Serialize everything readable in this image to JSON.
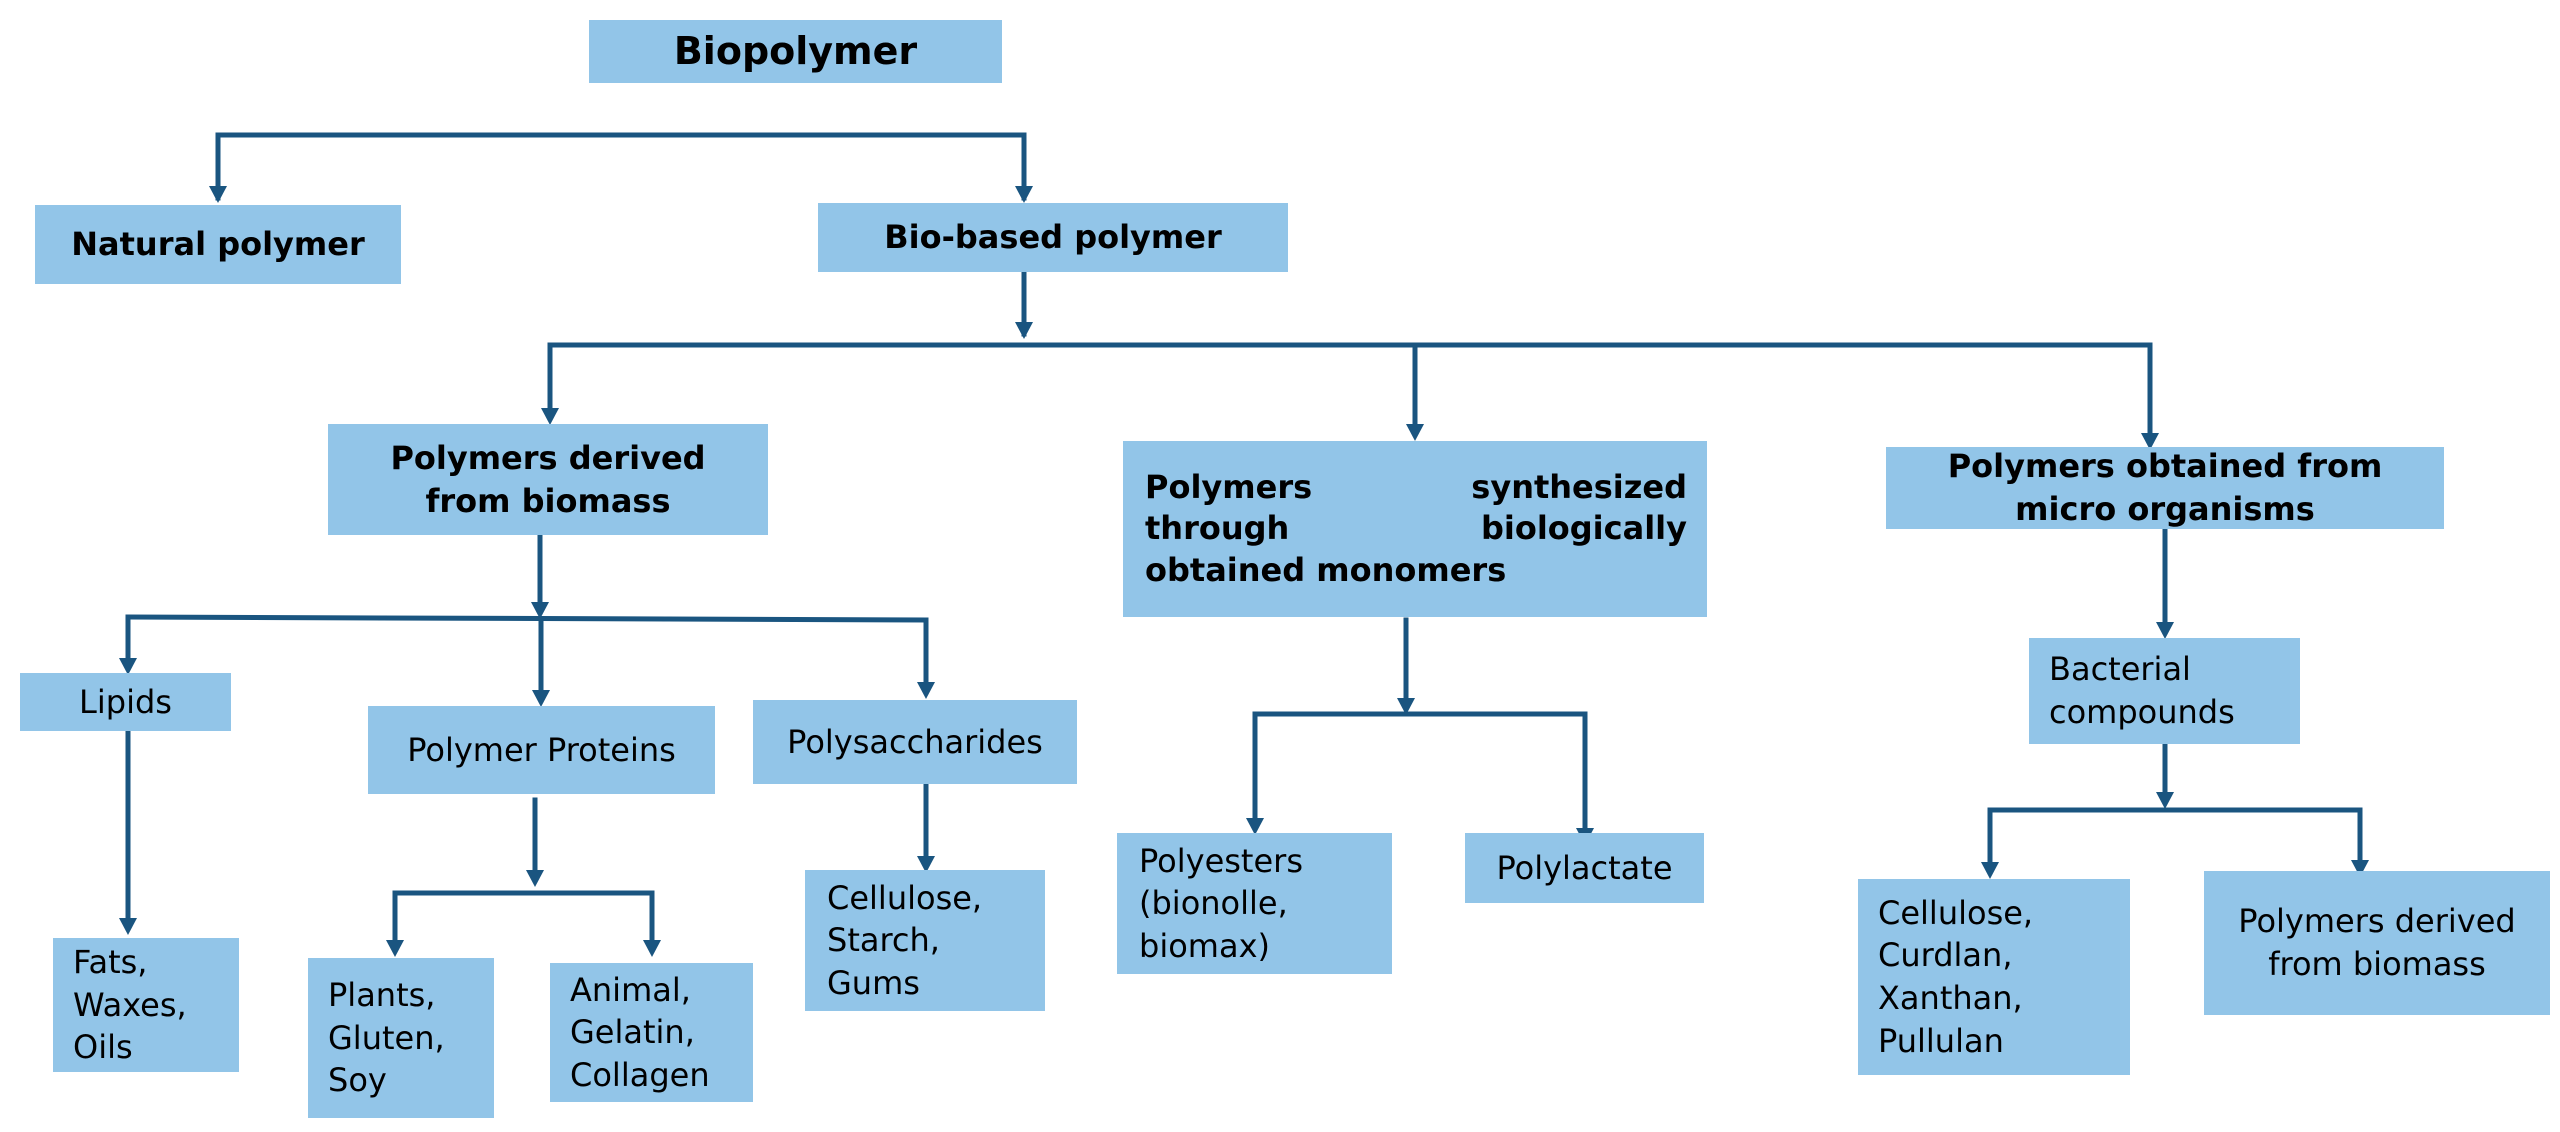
{
  "diagram": {
    "root": "Biopolymer",
    "natural": "Natural polymer",
    "biobased": "Bio-based polymer",
    "biomass": "Polymers derived\nfrom biomass",
    "synth": {
      "line1_a": "Polymers",
      "line1_b": "synthesized",
      "line2_a": "through",
      "line2_b": "biologically",
      "line3": "obtained monomers"
    },
    "micro": "Polymers obtained from\nmicro organisms",
    "lipids": "Lipids",
    "proteins": "Polymer Proteins",
    "polysaccharides": "Polysaccharides",
    "fats": "Fats,\nWaxes,\nOils",
    "plants": "Plants,\nGluten,\nSoy",
    "animal": "Animal,\nGelatin,\nCollagen",
    "cellulose_starch": "Cellulose,\nStarch,\nGums",
    "polyesters": "Polyesters\n(bionolle,\nbiomax)",
    "polylactate": "Polylactate",
    "bacterial": "Bacterial\ncompounds",
    "cellulose_curdlan": "Cellulose,\nCurdlan,\nXanthan,\nPullulan",
    "derived_biomass": "Polymers derived\nfrom biomass"
  },
  "colors": {
    "box_fill": "#92c5e8",
    "connector": "#1a5580",
    "text": "#000000"
  }
}
